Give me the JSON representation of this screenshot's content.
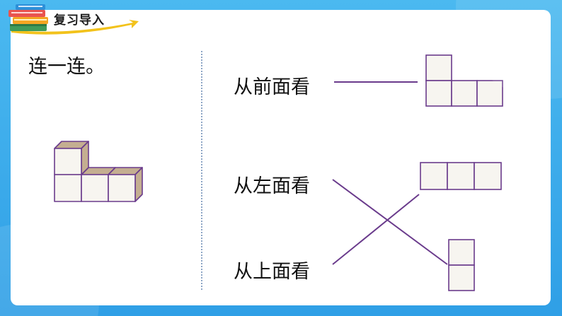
{
  "header": {
    "section_title": "复习导入",
    "books_icon": "stacked-books-icon"
  },
  "exercise": {
    "instruction": "连一连。",
    "labels": {
      "front": "从前面看",
      "left": "从左面看",
      "top": "从上面看"
    }
  },
  "colors": {
    "frame_blue": "#35a8ea",
    "line_purple": "#6a3b8c",
    "cube_face": "#f7f5f0",
    "cube_side": "#c4ae91"
  }
}
